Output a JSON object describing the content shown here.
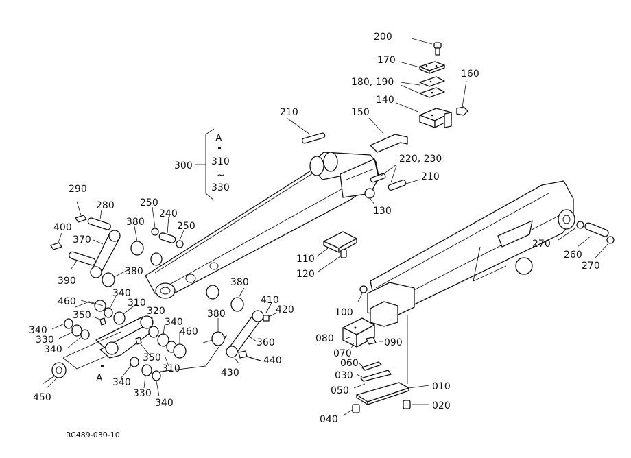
{
  "drawing_code": "RC489-030-10",
  "labels": [
    {
      "id": "l200",
      "text": "200"
    },
    {
      "id": "l170",
      "text": "170"
    },
    {
      "id": "l180190",
      "text": "180, 190"
    },
    {
      "id": "l160",
      "text": "160"
    },
    {
      "id": "l140",
      "text": "140"
    },
    {
      "id": "l210a",
      "text": "210"
    },
    {
      "id": "l150",
      "text": "150"
    },
    {
      "id": "l220230",
      "text": "220, 230"
    },
    {
      "id": "l210b",
      "text": "210"
    },
    {
      "id": "l130",
      "text": "130"
    },
    {
      "id": "lA1",
      "text": "A"
    },
    {
      "id": "l300",
      "text": "300"
    },
    {
      "id": "l310a",
      "text": "310"
    },
    {
      "id": "ltilde",
      "text": "~"
    },
    {
      "id": "l330a",
      "text": "330"
    },
    {
      "id": "l290",
      "text": "290"
    },
    {
      "id": "l280",
      "text": "280"
    },
    {
      "id": "l250a",
      "text": "250"
    },
    {
      "id": "l240",
      "text": "240"
    },
    {
      "id": "l250b",
      "text": "250"
    },
    {
      "id": "l380a",
      "text": "380"
    },
    {
      "id": "l400",
      "text": "400"
    },
    {
      "id": "l370",
      "text": "370"
    },
    {
      "id": "l390",
      "text": "390"
    },
    {
      "id": "l380b",
      "text": "380"
    },
    {
      "id": "l460a",
      "text": "460"
    },
    {
      "id": "l340a",
      "text": "340"
    },
    {
      "id": "l310b",
      "text": "310"
    },
    {
      "id": "l350a",
      "text": "350"
    },
    {
      "id": "l340b",
      "text": "340"
    },
    {
      "id": "l330b",
      "text": "330"
    },
    {
      "id": "l340c",
      "text": "340"
    },
    {
      "id": "l320",
      "text": "320"
    },
    {
      "id": "l340d",
      "text": "340"
    },
    {
      "id": "l460b",
      "text": "460"
    },
    {
      "id": "l350b",
      "text": "350"
    },
    {
      "id": "l310c",
      "text": "310"
    },
    {
      "id": "lA2",
      "text": "A"
    },
    {
      "id": "l450",
      "text": "450"
    },
    {
      "id": "l340e",
      "text": "340"
    },
    {
      "id": "l330c",
      "text": "330"
    },
    {
      "id": "l340f",
      "text": "340"
    },
    {
      "id": "l380c",
      "text": "380"
    },
    {
      "id": "l380d",
      "text": "380"
    },
    {
      "id": "l410",
      "text": "410"
    },
    {
      "id": "l420",
      "text": "420"
    },
    {
      "id": "l360",
      "text": "360"
    },
    {
      "id": "l440",
      "text": "440"
    },
    {
      "id": "l430",
      "text": "430"
    },
    {
      "id": "l110",
      "text": "110"
    },
    {
      "id": "l120",
      "text": "120"
    },
    {
      "id": "l100",
      "text": "100"
    },
    {
      "id": "l080",
      "text": "080"
    },
    {
      "id": "l090",
      "text": "090"
    },
    {
      "id": "l070",
      "text": "070"
    },
    {
      "id": "l060",
      "text": "060"
    },
    {
      "id": "l030",
      "text": "030"
    },
    {
      "id": "l050",
      "text": "050"
    },
    {
      "id": "l010",
      "text": "010"
    },
    {
      "id": "l020",
      "text": "020"
    },
    {
      "id": "l040",
      "text": "040"
    },
    {
      "id": "l270a",
      "text": "270"
    },
    {
      "id": "l260",
      "text": "260"
    },
    {
      "id": "l270b",
      "text": "270"
    }
  ]
}
